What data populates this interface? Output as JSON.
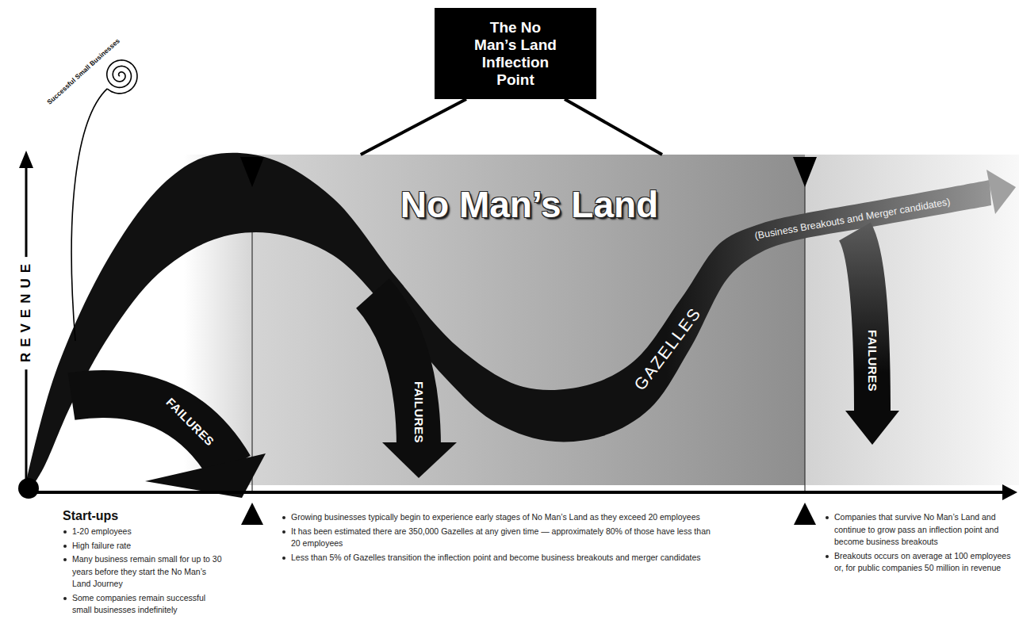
{
  "diagram": {
    "nodes": [
      {
        "text": [
          "The No Man’s Land Inflection Point"
        ]
      },
      {
        "text": [
          "No Man’s Land"
        ]
      }
    ],
    "edges": [
      {
        "from": 0,
        "to": 1,
        "arrow": "none"
      },
      {
        "from": 0,
        "to": 1,
        "arrow": "none"
      }
    ],
    "labels": [
      "REVENUE",
      "Successful Small Businesses",
      "FAILURES",
      "FAILURES",
      "GAZELLES",
      "(Business Breakouts and Merger candidates)",
      "FAILURES",
      "Start-ups",
      "1-20 employees",
      "High failure rate",
      "Many business remain small for up to 30 years before they start the No Man’s Land Journey",
      "Some companies remain successful small businesses indefinitely",
      "Growing businesses typically begin to experience early stages of No Man’s Land as they exceed 20 employees",
      "It has been estimated there are 350,000 Gazelles at any given time — approximately 80% of those have less than 20 employees",
      "Less than 5% of Gazelles transition the inflection point and become business breakouts and merger candidates",
      "Companies that survive No Man’s Land and continue to grow pass an inflection point and become business breakouts",
      "Breakouts occurs on average at 100 employees or, for public companies 50 million in revenue"
    ]
  }
}
